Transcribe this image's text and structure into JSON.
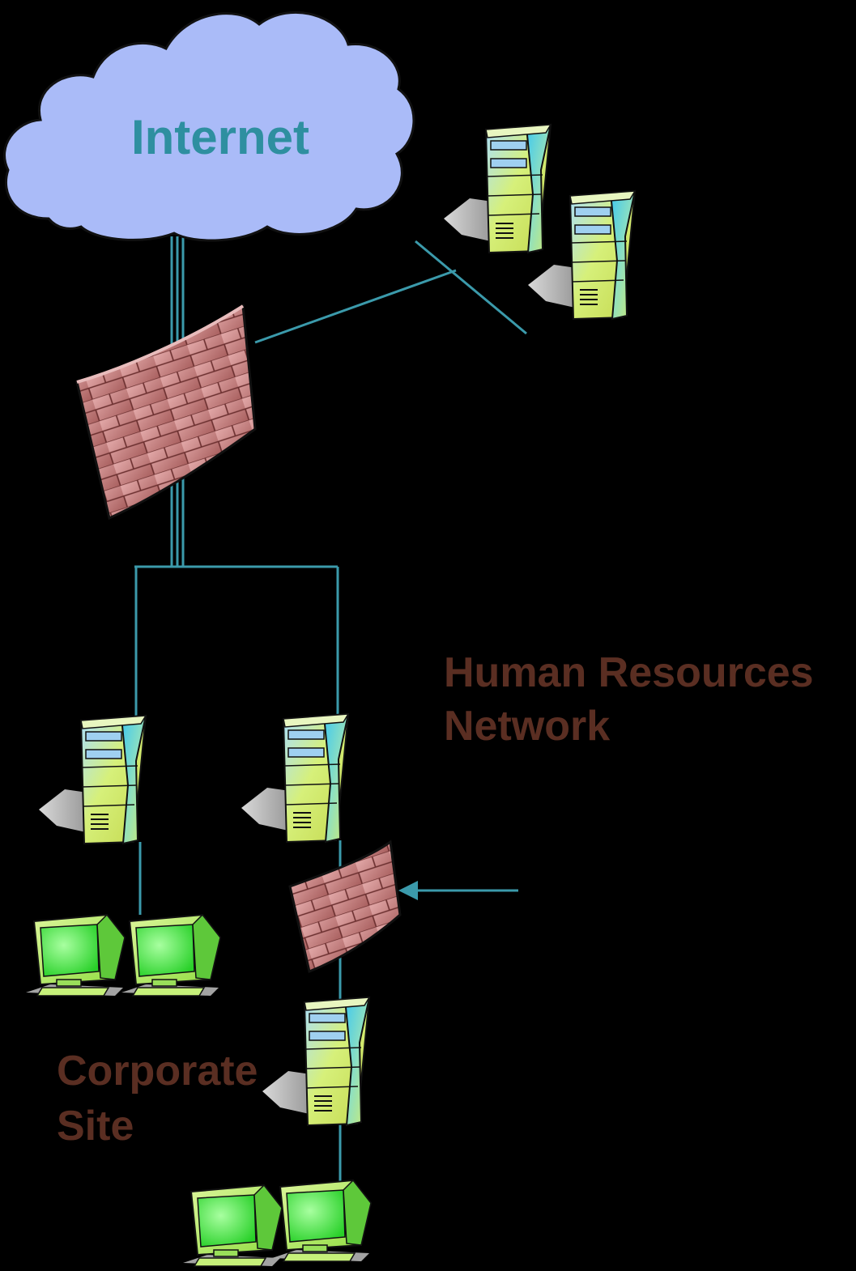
{
  "cloud": {
    "label": "Internet"
  },
  "labels": {
    "hr_line1": "Human Resources",
    "hr_line2": "Network",
    "corp_line1": "Corporate",
    "corp_line2": "Site"
  },
  "colors": {
    "background": "#000000",
    "cloud_fill": "#aabbf8",
    "cloud_text": "#2e8fa0",
    "link": "#3b9aab",
    "zone_text": "#5a2e22",
    "brick": "#c98a8a",
    "brick_dark": "#8c4a4a",
    "server_front": "#c9e872",
    "server_side": "#56c8e6",
    "monitor_screen": "#5ef05e",
    "monitor_frame": "#b7f060"
  },
  "icons": {
    "cloud": "cloud-icon",
    "firewall": "firewall-icon",
    "server": "server-icon",
    "workstation": "workstation-icon"
  }
}
